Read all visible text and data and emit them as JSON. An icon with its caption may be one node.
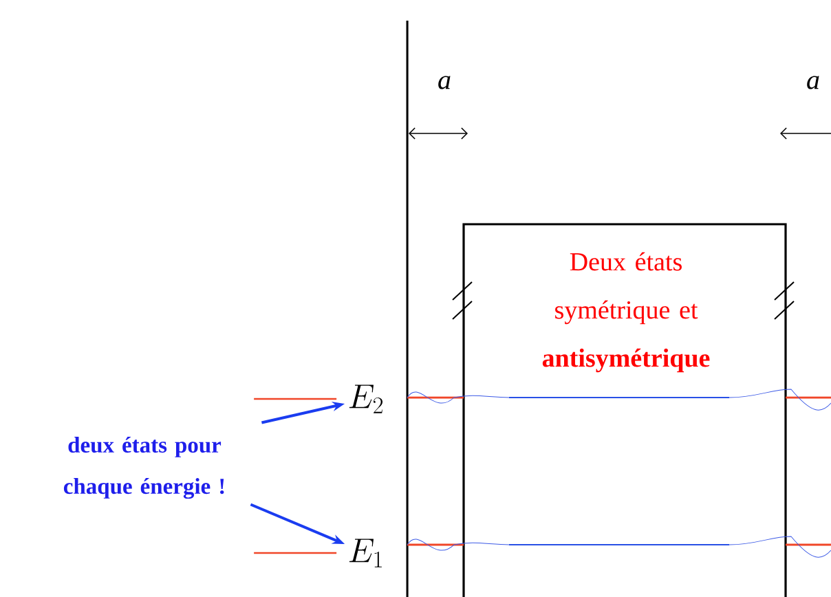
{
  "diagram": {
    "nodes": [
      {
        "text": [
          "deux états pour chaque énergie !"
        ]
      },
      {
        "text": [
          "E_2"
        ]
      },
      {
        "text": [
          "E_1"
        ]
      }
    ],
    "edges": [
      {
        "from": 0,
        "to": 1,
        "arrow": "to",
        "color": "#1a3cf0"
      },
      {
        "from": 0,
        "to": 2,
        "arrow": "to",
        "color": "#1a3cf0"
      }
    ],
    "labels": [
      "a",
      "a",
      "Deux états symétrique et **antisymétrique**"
    ]
  }
}
